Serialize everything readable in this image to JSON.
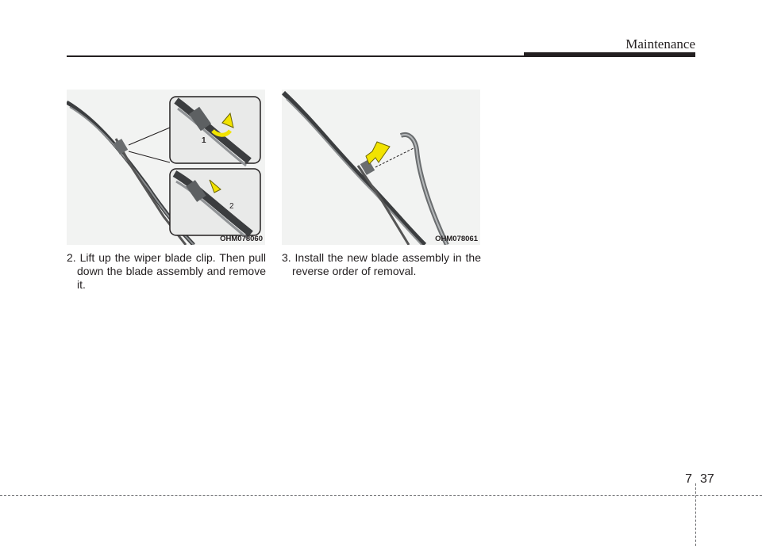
{
  "header": {
    "section_title": "Maintenance"
  },
  "figures": [
    {
      "code": "OHM078060",
      "callouts": [
        "1",
        "2"
      ],
      "icons": [
        "wiper-blade-icon",
        "clip-lift-arrow-icon",
        "blade-pull-arrow-icon",
        "zoom-callout-icon"
      ]
    },
    {
      "code": "OHM078061",
      "icons": [
        "wiper-arm-icon",
        "wiper-blade-icon",
        "install-arrow-icon"
      ]
    }
  ],
  "steps": [
    {
      "text": "2. Lift up the wiper blade clip. Then pull down the blade assembly and remove it."
    },
    {
      "text": "3. Install the new blade assembly in the reverse order of removal."
    }
  ],
  "footer": {
    "chapter": "7",
    "page": "37"
  },
  "colors": {
    "text": "#231f20",
    "figure_bg": "#f2f3f2",
    "arrow": "#f2e300"
  }
}
